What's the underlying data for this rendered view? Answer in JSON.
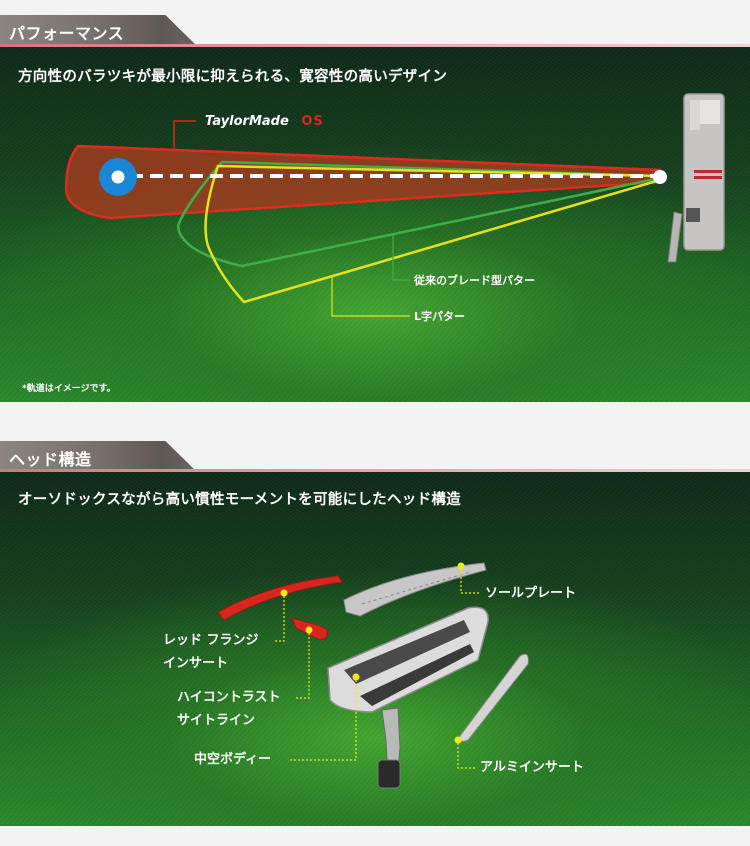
{
  "sections": {
    "performance": {
      "tab_label": "パフォーマンス",
      "headline": "方向性のバラツキが最小限に抑えられる、寛容性の高いデザイン",
      "brand": "TaylorMade",
      "model": "OS",
      "legend": {
        "blade": "従来のブレード型パター",
        "l_type": "L字パター"
      },
      "note": "*軌道はイメージです。"
    },
    "head_structure": {
      "tab_label": "ヘッド構造",
      "headline": "オーソドックスながら高い慣性モーメントを可能にしたヘッド構造",
      "callouts": {
        "sole_plate": "ソールプレート",
        "red_flange_line1": "レッド フランジ",
        "red_flange_line2": "インサート",
        "sightline_line1": "ハイコントラスト",
        "sightline_line2": "サイトライン",
        "hollow_body": "中空ボディー",
        "aluminum_insert": "アルミインサート"
      }
    }
  },
  "colors": {
    "os_zone_red": "#d8281e",
    "blade_green": "#3fae4a",
    "l_yellow": "#e6e21a",
    "hole_blue": "#1a86d6",
    "callout_yellow": "#f2ea12"
  }
}
